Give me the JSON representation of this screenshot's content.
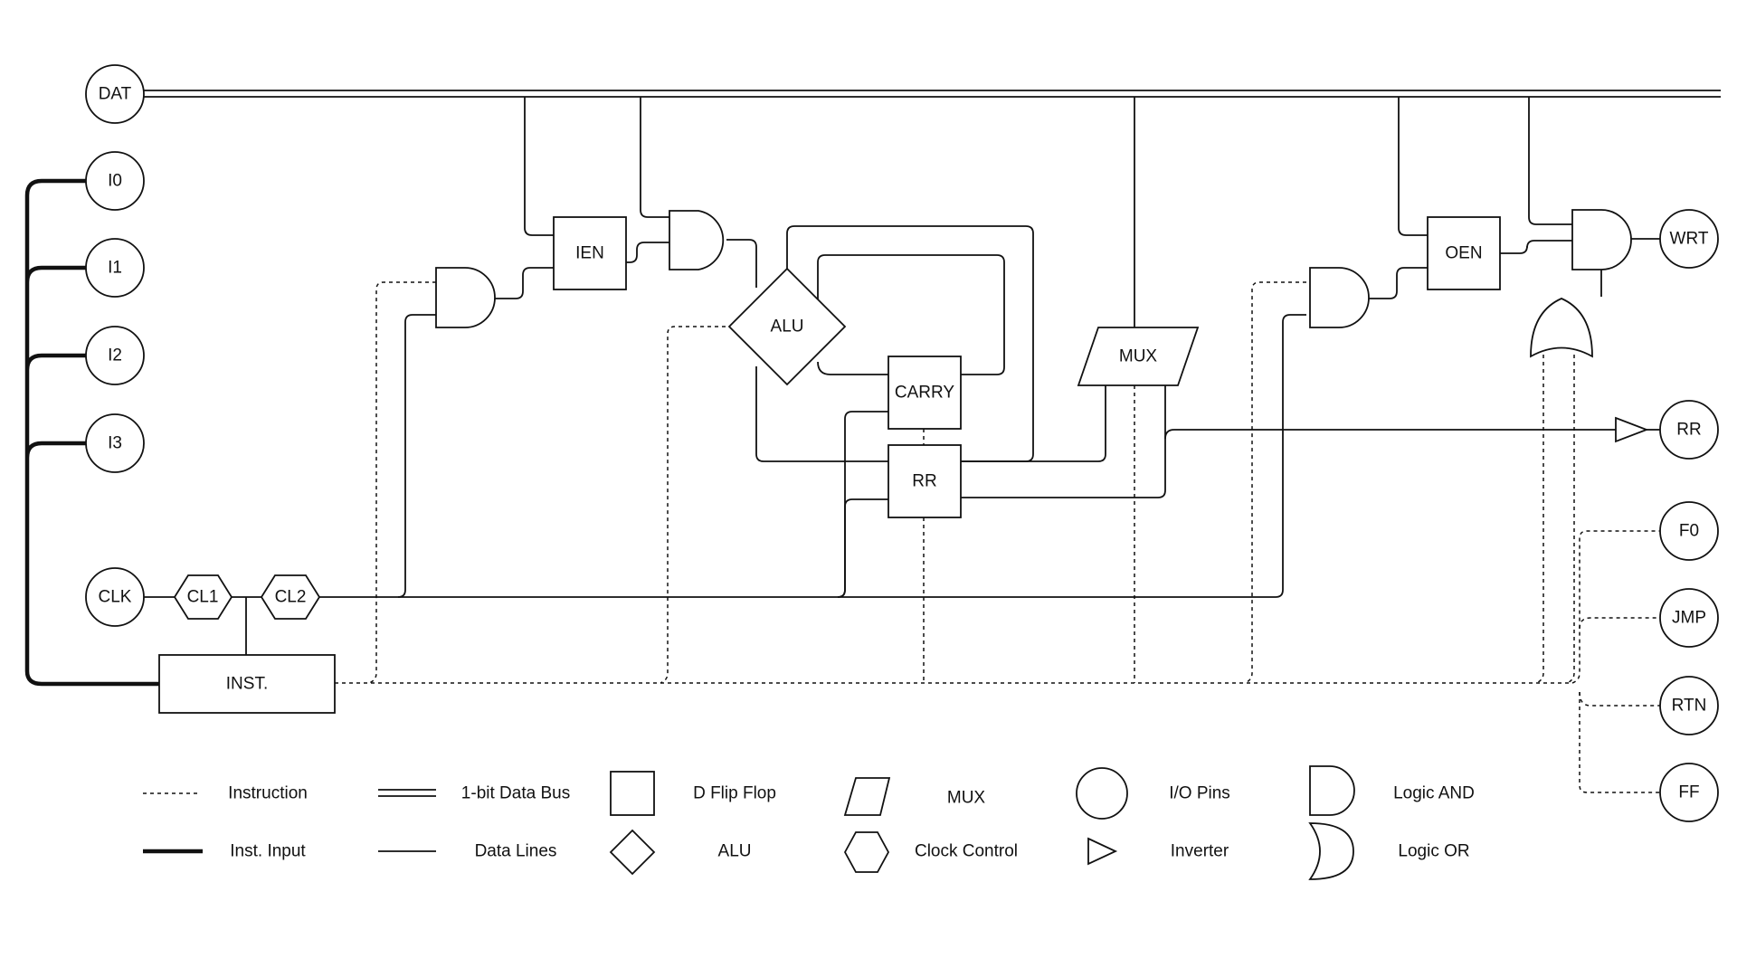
{
  "pins": {
    "dat": "DAT",
    "i0": "I0",
    "i1": "I1",
    "i2": "I2",
    "i3": "I3",
    "clk": "CLK",
    "wrt": "WRT",
    "rr": "RR",
    "f0": "F0",
    "jmp": "JMP",
    "rtn": "RTN",
    "ff": "FF"
  },
  "blocks": {
    "cl1": "CL1",
    "cl2": "CL2",
    "inst": "INST.",
    "ien": "IEN",
    "oen": "OEN",
    "alu": "ALU",
    "carry": "CARRY",
    "rr": "RR",
    "mux": "MUX"
  },
  "legend": {
    "instruction": "Instruction",
    "inst_input": "Inst. Input",
    "data_bus": "1-bit Data Bus",
    "data_lines": "Data Lines",
    "d_flip_flop": "D Flip Flop",
    "alu": "ALU",
    "mux": "MUX",
    "clock_control": "Clock Control",
    "io_pins": "I/O Pins",
    "inverter": "Inverter",
    "logic_and": "Logic AND",
    "logic_or": "Logic OR"
  }
}
